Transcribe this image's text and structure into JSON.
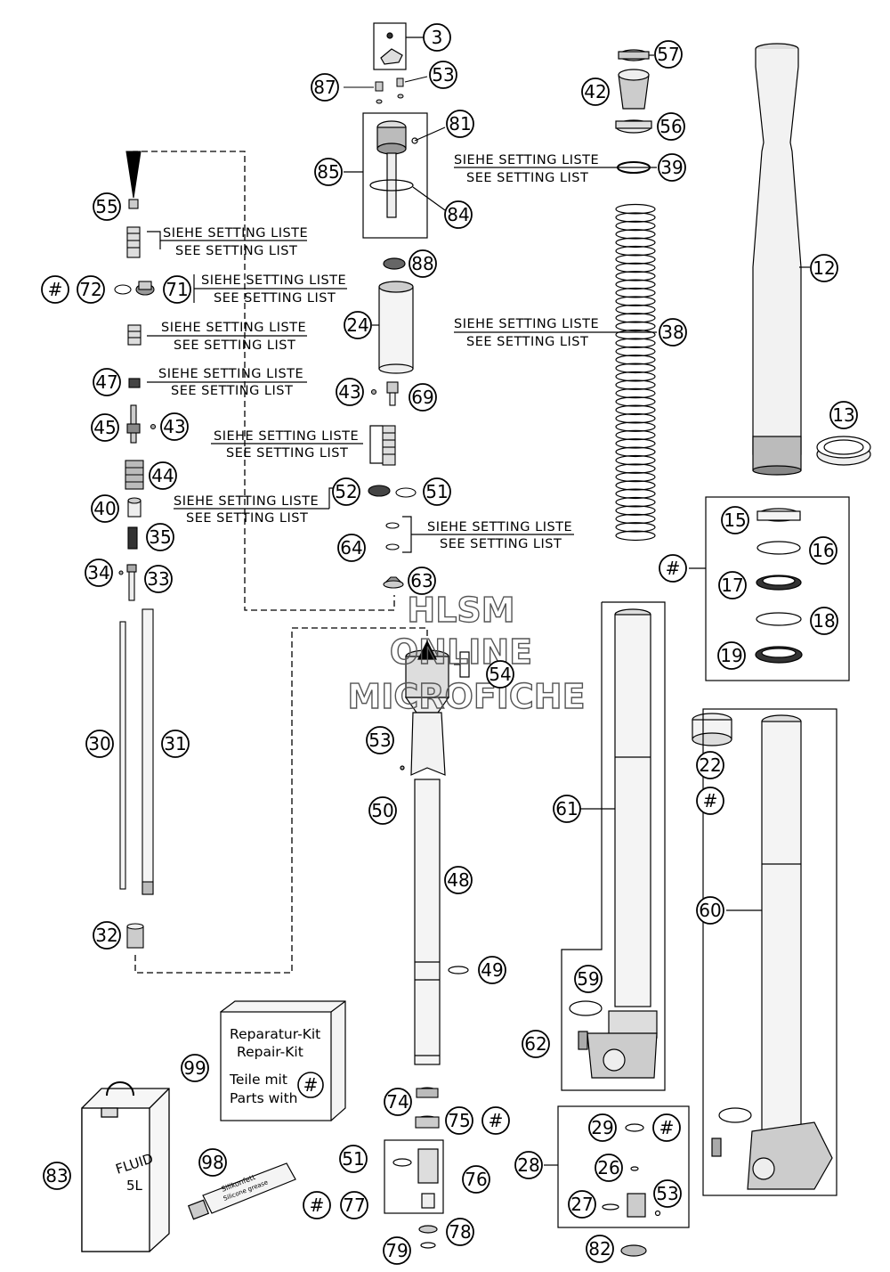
{
  "setting_labels": {
    "de": "SIEHE SETTING LISTE",
    "en": "SEE SETTING LIST"
  },
  "kit": {
    "line1": "Reparatur-Kit",
    "line2": "Repair-Kit",
    "line3": "Teile mit",
    "line4": "Parts with",
    "hash": "#"
  },
  "fluid_label_1": "FLUID",
  "fluid_label_2": "5L",
  "grease_label_1": "Silikonfett",
  "grease_label_2": "Silicone grease",
  "watermark": {
    "line1": "HLSM",
    "line2": "ONLINE",
    "line3": "MICROFICHE"
  },
  "callouts": {
    "c3": "3",
    "c87": "87",
    "c53a": "53",
    "c81": "81",
    "c85": "85",
    "c84": "84",
    "c57": "57",
    "c42": "42",
    "c56": "56",
    "c39": "39",
    "c12": "12",
    "c55": "55",
    "c88": "88",
    "c72": "72",
    "c71": "71",
    "c24": "24",
    "c38": "38",
    "c47": "47",
    "c43a": "43",
    "c69": "69",
    "c45": "45",
    "c43b": "43",
    "c13": "13",
    "c44": "44",
    "c52": "52",
    "c51a": "51",
    "c40": "40",
    "c35": "35",
    "c64": "64",
    "c15": "15",
    "c16": "16",
    "c17": "17",
    "c18": "18",
    "c19": "19",
    "c34": "34",
    "c33": "33",
    "c63": "63",
    "c54": "54",
    "c30": "30",
    "c31": "31",
    "c53b": "53",
    "c50": "50",
    "c61": "61",
    "c22": "22",
    "c48": "48",
    "c60": "60",
    "c32": "32",
    "c49": "49",
    "c59": "59",
    "c62": "62",
    "c99": "99",
    "c74": "74",
    "c75": "75",
    "c83": "83",
    "c98": "98",
    "c51b": "51",
    "c76": "76",
    "c77": "77",
    "c78": "78",
    "c79": "79",
    "c28": "28",
    "c29": "29",
    "c26": "26",
    "c27": "27",
    "c53c": "53",
    "c82": "82",
    "h1": "#",
    "h2": "#",
    "h3": "#",
    "h4": "#",
    "h5": "#",
    "h6": "#",
    "h7": "#"
  }
}
